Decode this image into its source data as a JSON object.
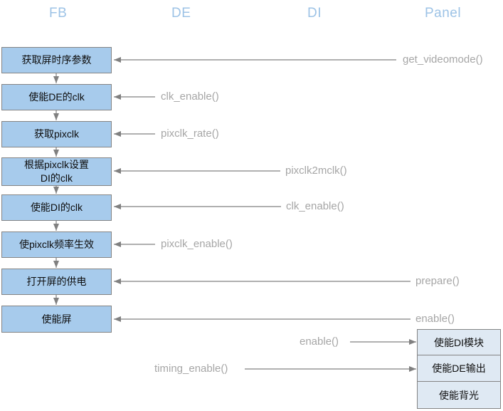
{
  "columns": [
    {
      "label": "FB"
    },
    {
      "label": "DE"
    },
    {
      "label": "DI"
    },
    {
      "label": "Panel"
    }
  ],
  "fb_steps": [
    {
      "label": "获取屏时序参数",
      "call": "get_videomode()",
      "call_from": "Panel"
    },
    {
      "label": "使能DE的clk",
      "call": "clk_enable()",
      "call_from": "DE"
    },
    {
      "label": "获取pixclk",
      "call": "pixclk_rate()",
      "call_from": "DE"
    },
    {
      "label": "根据pixclk设置\nDI的clk",
      "call": "pixclk2mclk()",
      "call_from": "DI"
    },
    {
      "label": "使能DI的clk",
      "call": "clk_enable()",
      "call_from": "DI"
    },
    {
      "label": "使pixclk频率生效",
      "call": "pixclk_enable()",
      "call_from": "DE"
    },
    {
      "label": "打开屏的供电",
      "call": "prepare()",
      "call_from": "Panel"
    },
    {
      "label": "使能屏",
      "call": "enable()",
      "call_from": "Panel"
    }
  ],
  "panel_steps": [
    {
      "label": "使能DI模块",
      "call": "enable()"
    },
    {
      "label": "使能DE输出",
      "call": "timing_enable()"
    },
    {
      "label": "使能背光"
    }
  ],
  "colors": {
    "header_text": "#9dc3e6",
    "fb_box_fill": "#a7cbec",
    "panel_box_fill": "#dfe9f3",
    "box_border": "#848484",
    "arrow": "#808080",
    "call_text": "#a6a6a6",
    "box_text": "#0d0d0d"
  }
}
